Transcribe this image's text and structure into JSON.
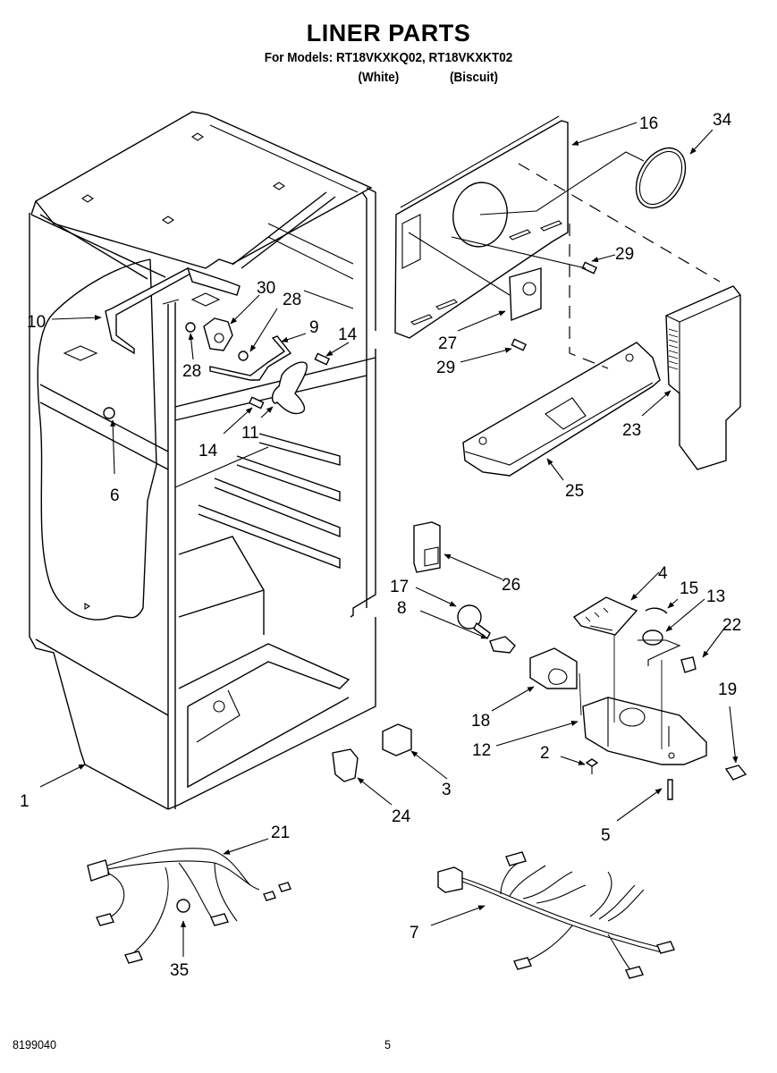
{
  "header": {
    "title": "LINER PARTS",
    "models_line": "For Models: RT18VKXKQ02, RT18VKXKT02",
    "variants": [
      "(White)",
      "(Biscuit)"
    ]
  },
  "footer": {
    "document_number": "8199040",
    "page_number": "5"
  },
  "callouts": {
    "c1": "1",
    "c2": "2",
    "c3": "3",
    "c4": "4",
    "c5": "5",
    "c6": "6",
    "c7": "7",
    "c8": "8",
    "c9": "9",
    "c10": "10",
    "c11": "11",
    "c12": "12",
    "c13": "13",
    "c14a": "14",
    "c14b": "14",
    "c15": "15",
    "c16": "16",
    "c17": "17",
    "c18": "18",
    "c19": "19",
    "c21": "21",
    "c22": "22",
    "c23": "23",
    "c24": "24",
    "c25": "25",
    "c26": "26",
    "c27": "27",
    "c28a": "28",
    "c28b": "28",
    "c29a": "29",
    "c29b": "29",
    "c30": "30",
    "c34": "34",
    "c35": "35"
  }
}
